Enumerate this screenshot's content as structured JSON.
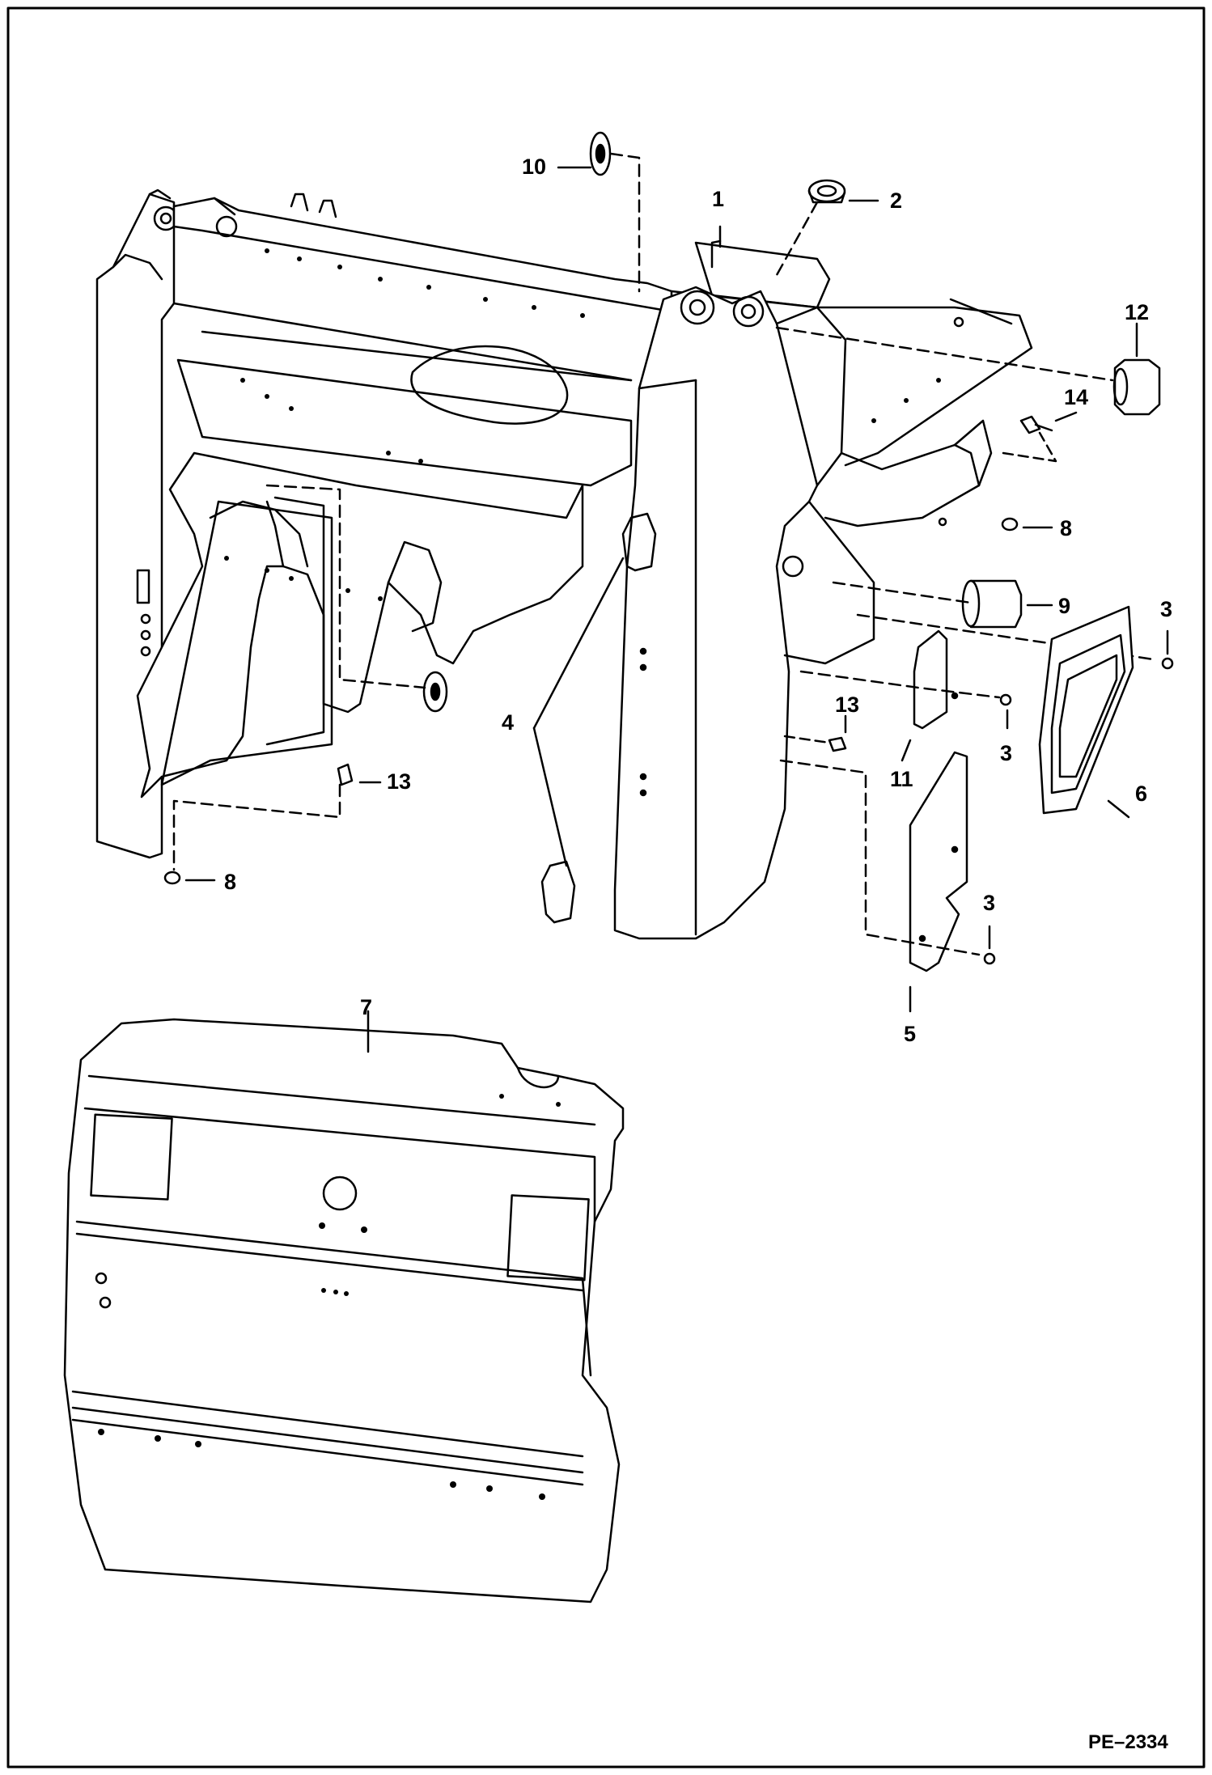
{
  "diagram": {
    "figure_code": "PE–2334",
    "callouts": {
      "c1": "1",
      "c2": "2",
      "c3a": "3",
      "c3b": "3",
      "c3c": "3",
      "c4": "4",
      "c5": "5",
      "c6": "6",
      "c7": "7",
      "c8a": "8",
      "c8b": "8",
      "c9": "9",
      "c10": "10",
      "c11": "11",
      "c12": "12",
      "c13a": "13",
      "c13b": "13",
      "c14": "14"
    }
  },
  "colors": {
    "line": "#000000",
    "panel_fill": "#ffffff"
  }
}
